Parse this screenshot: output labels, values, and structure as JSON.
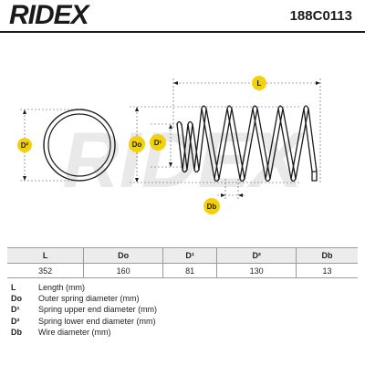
{
  "brand": "RIDEX",
  "part_number": "188C0113",
  "watermark": "RIDEX",
  "labels": {
    "length": "L",
    "outer_diameter": "Do",
    "upper_diameter": "D¹",
    "lower_diameter": "D²",
    "wire_diameter": "Db"
  },
  "table": {
    "headers": [
      "L",
      "Do",
      "D¹",
      "D²",
      "Db"
    ],
    "values": [
      "352",
      "160",
      "81",
      "130",
      "13"
    ]
  },
  "legend": [
    {
      "symbol": "L",
      "description": "Length (mm)"
    },
    {
      "symbol": "Do",
      "description": "Outer spring diameter (mm)"
    },
    {
      "symbol": "D¹",
      "description": "Spring upper end diameter (mm)"
    },
    {
      "symbol": "D²",
      "description": "Spring lower end diameter (mm)"
    },
    {
      "symbol": "Db",
      "description": "Wire diameter (mm)"
    }
  ],
  "colors": {
    "label_badge": "#f3d10a",
    "line": "#1a1a1a",
    "table_header_bg": "#ececec"
  }
}
